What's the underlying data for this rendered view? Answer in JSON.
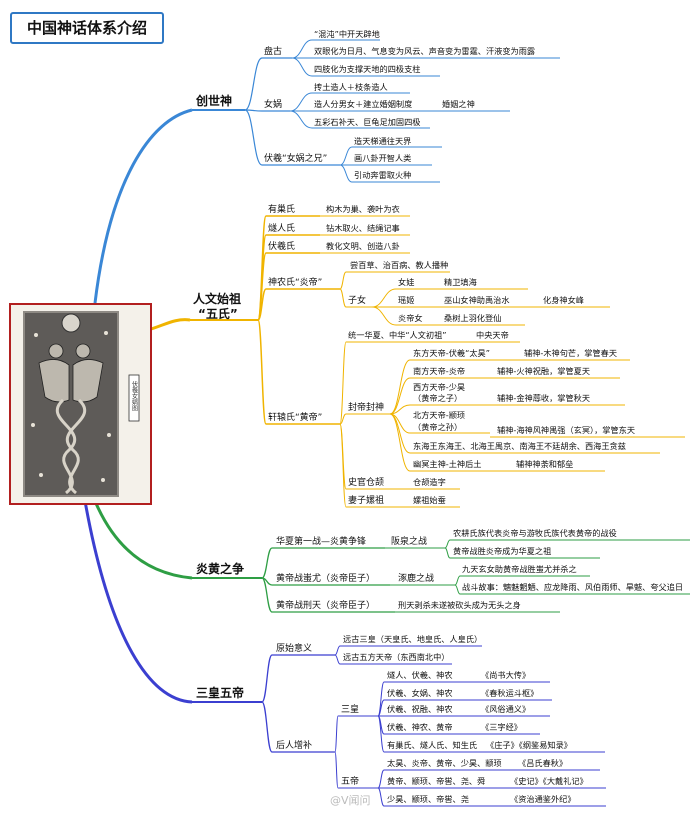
{
  "title": "中国神话体系介绍",
  "watermark": "@V闻问",
  "image_caption": "伏羲女娲图",
  "colors": {
    "blue": "#3a87d6",
    "yellow": "#f0b400",
    "green": "#2e9e44",
    "indigo": "#3b3fd0",
    "frame": "#b21f1f"
  },
  "chuangshi": {
    "label": "创世神",
    "pangu": {
      "label": "盘古",
      "items": [
        "“混沌”中开天辟地",
        "双眼化为日月、气息变为风云、声音变为雷霆、汗液变为雨露",
        "四肢化为支撑天地的四极支柱"
      ]
    },
    "nvwa": {
      "label": "女娲",
      "items": [
        "抟土造人＋枝条造人",
        "造人分男女＋建立婚姻制度",
        "五彩石补天、巨龟足加固四极"
      ],
      "extra": "婚姻之神"
    },
    "fuxi": {
      "label": "伏羲“女娲之兄”",
      "items": [
        "造天梯通往天界",
        "画八卦开智人类",
        "引动奔雷取火种"
      ]
    }
  },
  "renwen": {
    "label": "人文始祖",
    "sub": "“五氏”",
    "youchao": {
      "label": "有巢氏",
      "desc": "构木为巢、袭叶为衣"
    },
    "suiren": {
      "label": "燧人氏",
      "desc": "钻木取火、结绳记事"
    },
    "fuxi": {
      "label": "伏羲氏",
      "desc": "教化文明、创造八卦"
    },
    "shennong": {
      "label": "神农氏“炎帝”",
      "deed": "尝百草、治百病、教人播种",
      "children_label": "子女",
      "nvwa": {
        "label": "女娃",
        "desc": "精卫填海"
      },
      "yaoji": {
        "label": "瑶姬",
        "desc": "巫山女神助禹治水",
        "extra": "化身神女峰"
      },
      "yandinv": {
        "label": "炎帝女",
        "desc": "桑树上羽化登仙"
      }
    },
    "xuanyuan": {
      "label": "轩辕氏“黄帝”",
      "unify": "统一华夏、中华“人文初祖”",
      "unify_extra": "中央天帝",
      "fengdi_label": "封帝封神",
      "east": {
        "label": "东方天帝-伏羲“太昊”",
        "desc": "辅神-木神句芒，掌管春天"
      },
      "south": {
        "label": "南方天帝-炎帝",
        "desc": "辅神-火神祝融，掌管夏天"
      },
      "west": {
        "label": "西方天帝-少昊",
        "label2": "（黄帝之子）",
        "desc": "辅神-金神蓐收，掌管秋天"
      },
      "north": {
        "label": "北方天帝-颛顼",
        "label2": "（黄帝之孙）",
        "desc": "辅神-海神风神禺强（玄冥），掌管东天"
      },
      "seas": "东海王东海王、北海王禺京、南海王不廷胡余、西海王贪兹",
      "youming": {
        "label": "幽冥主神-土神后土",
        "desc": "辅神神荼和郁垒"
      },
      "shiguan": {
        "label": "史官仓颉",
        "desc": "仓颉造字"
      },
      "qizi": {
        "label": "妻子嫘祖",
        "desc": "嫘祖始蚕"
      }
    }
  },
  "yanhuang": {
    "label": "炎黄之争",
    "war1": {
      "label": "华夏第一战—炎黄争锋",
      "battle": "阪泉之战",
      "items": [
        "农耕氏族代表炎帝与游牧氏族代表黄帝的战役",
        "黄帝战胜炎帝成为华夏之祖"
      ]
    },
    "war2": {
      "label": "黄帝战蚩尤（炎帝臣子）",
      "battle": "涿鹿之战",
      "items": [
        "九天玄女助黄帝战胜蚩尤并杀之",
        "战斗故事：魑魅魍魉、应龙降雨、风伯雨师、旱魃、夸父追日"
      ]
    },
    "war3": {
      "label": "黄帝战刑天（炎帝臣子）",
      "desc": "刑天剥杀未遂被砍头成为无头之身"
    }
  },
  "sanhuang": {
    "label": "三皇五帝",
    "origin": {
      "label": "原始意义",
      "items": [
        "远古三皇（天皇氏、地皇氏、人皇氏）",
        "远古五方天帝（东西南北中）"
      ]
    },
    "later": {
      "label": "后人增补",
      "sanhuang": {
        "label": "三皇",
        "rows": [
          {
            "names": "燧人、伏羲、神农",
            "book": "《尚书大传》"
          },
          {
            "names": "伏羲、女娲、神农",
            "book": "《春秋运斗枢》"
          },
          {
            "names": "伏羲、祝融、神农",
            "book": "《风俗通义》"
          },
          {
            "names": "伏羲、神农、黄帝",
            "book": "《三字经》"
          },
          {
            "names": "有巢氏、燧人氏、知生氏",
            "book": "《庄子》《纲鉴易知录》"
          }
        ]
      },
      "wudi": {
        "label": "五帝",
        "rows": [
          {
            "names": "太昊、炎帝、黄帝、少昊、颛顼",
            "book": "《吕氏春秋》"
          },
          {
            "names": "黄帝、颛顼、帝喾、尧、舜",
            "book": "《史记》《大戴礼记》"
          },
          {
            "names": "少昊、颛顼、帝喾、尧",
            "book": "《资治通鉴外纪》"
          }
        ]
      }
    }
  }
}
